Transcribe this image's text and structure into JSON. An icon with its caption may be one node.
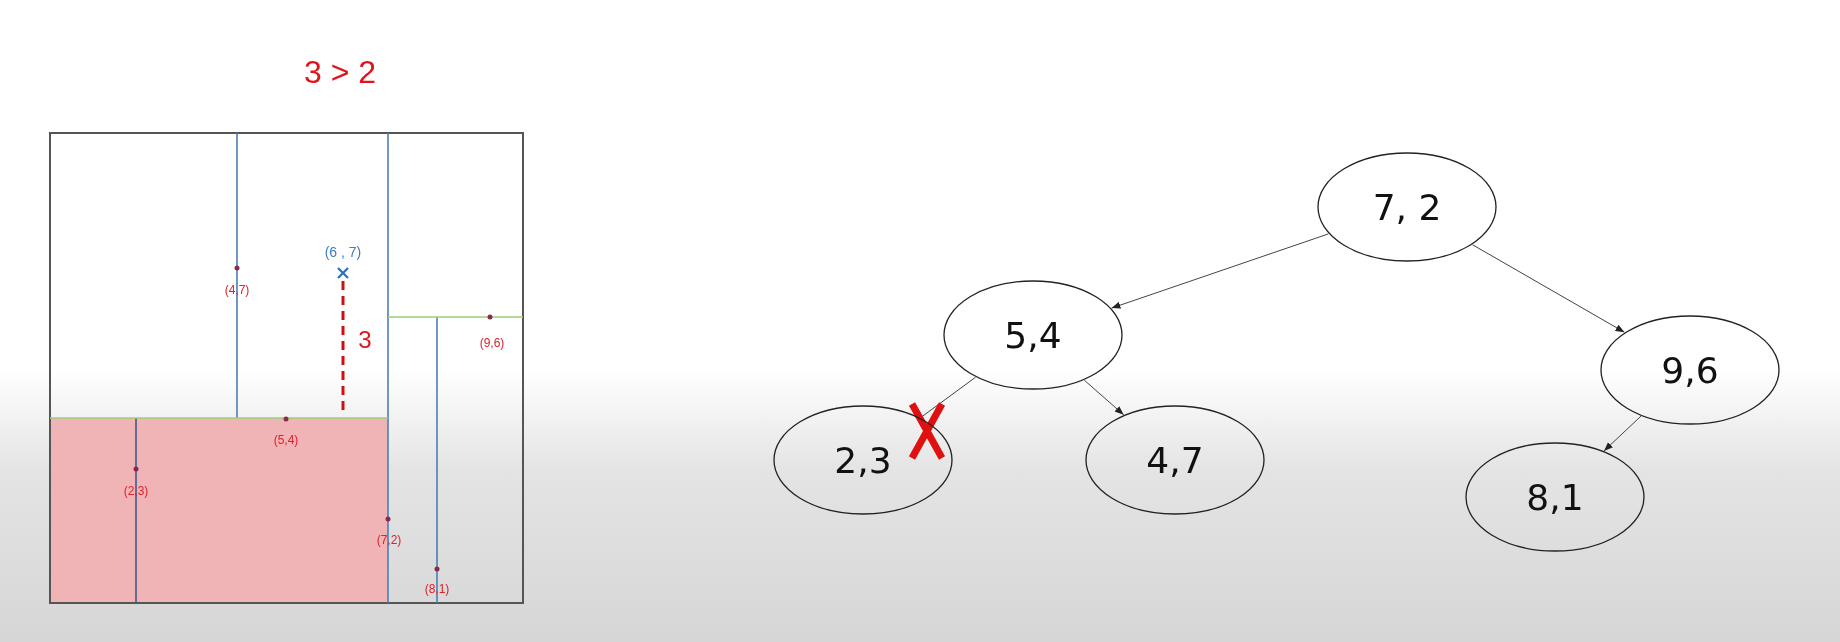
{
  "diagram": {
    "title": "3 > 2",
    "nodes": [
      {
        "text": [
          "7, 2"
        ]
      },
      {
        "text": [
          "5,4"
        ]
      },
      {
        "text": [
          "9,6"
        ]
      },
      {
        "text": [
          "2,3"
        ]
      },
      {
        "text": [
          "4,7"
        ]
      },
      {
        "text": [
          "8,1"
        ]
      }
    ],
    "edges": [
      {
        "from": 0,
        "to": 1,
        "arrow": "to"
      },
      {
        "from": 0,
        "to": 2,
        "arrow": "to"
      },
      {
        "from": 1,
        "to": 3,
        "arrow": "none"
      },
      {
        "from": 1,
        "to": 4,
        "arrow": "to"
      },
      {
        "from": 2,
        "to": 5,
        "arrow": "to"
      }
    ],
    "labels": [
      "(6 , 7)",
      "(4,7)",
      "3",
      "(9,6)",
      "(5,4)",
      "(2,3)",
      "(7,2)",
      "(8,1)"
    ]
  }
}
